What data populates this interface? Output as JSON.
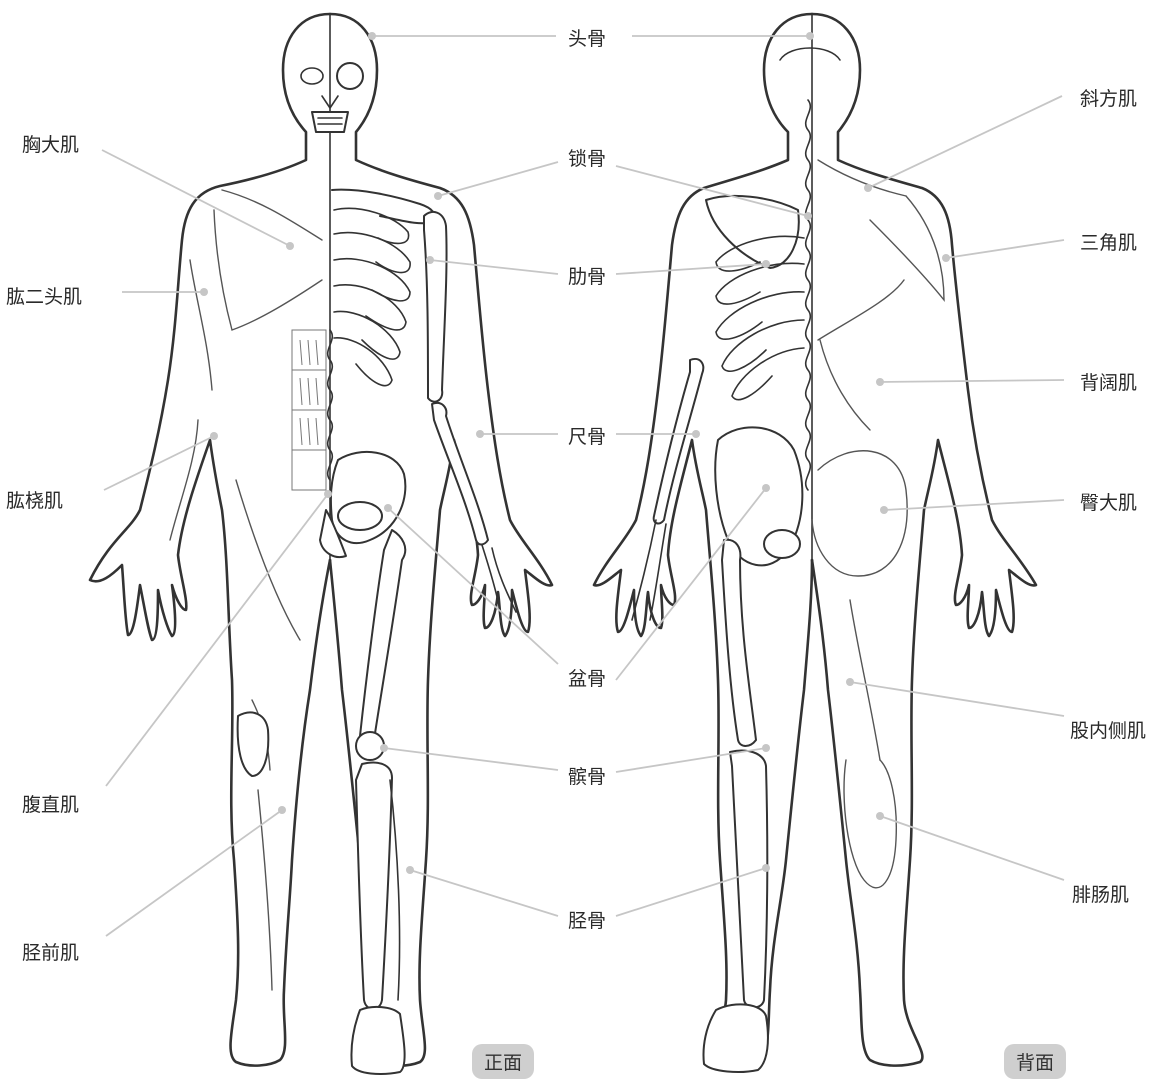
{
  "labels": {
    "skull": "头骨",
    "clavicle": "锁骨",
    "rib": "肋骨",
    "ulna": "尺骨",
    "pelvis": "盆骨",
    "patella": "髌骨",
    "tibia": "胫骨",
    "pectoralis": "胸大肌",
    "biceps": "肱二头肌",
    "brachioradialis": "肱桡肌",
    "rectus_abdominis": "腹直肌",
    "tibialis_anterior": "胫前肌",
    "trapezius": "斜方肌",
    "deltoid": "三角肌",
    "latissimus": "背阔肌",
    "gluteus": "臀大肌",
    "adductor": "股内侧肌",
    "gastrocnemius": "腓肠肌"
  },
  "views": {
    "front": "正面",
    "back": "背面"
  }
}
